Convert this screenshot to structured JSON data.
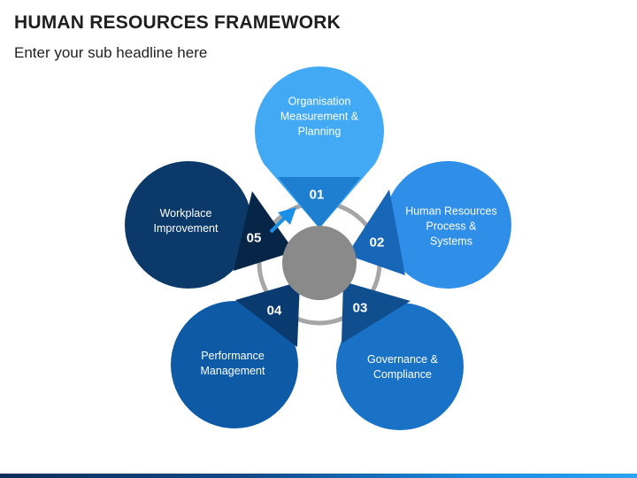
{
  "header": {
    "title": "HUMAN RESOURCES FRAMEWORK",
    "subtitle": "Enter your sub headline here"
  },
  "petals": [
    {
      "number": "01",
      "label": "Organisation\nMeasurement &\nPlanning",
      "color": "#42aaf5",
      "dark": "#1e7fd0"
    },
    {
      "number": "02",
      "label": "Human Resources\nProcess &\nSystems",
      "color": "#2f8ee8",
      "dark": "#1866b8"
    },
    {
      "number": "03",
      "label": "Governance &\nCompliance",
      "color": "#1a72c6",
      "dark": "#104f8f"
    },
    {
      "number": "04",
      "label": "Performance\nManagement",
      "color": "#0f5aa6",
      "dark": "#0a3b70"
    },
    {
      "number": "05",
      "label": "Workplace\nImprovement",
      "color": "#0b3a6a",
      "dark": "#072647"
    }
  ],
  "colors": {
    "center": "#8a8a8a",
    "ring": "#a6a6a6",
    "arrow": "#1a8fe8"
  }
}
